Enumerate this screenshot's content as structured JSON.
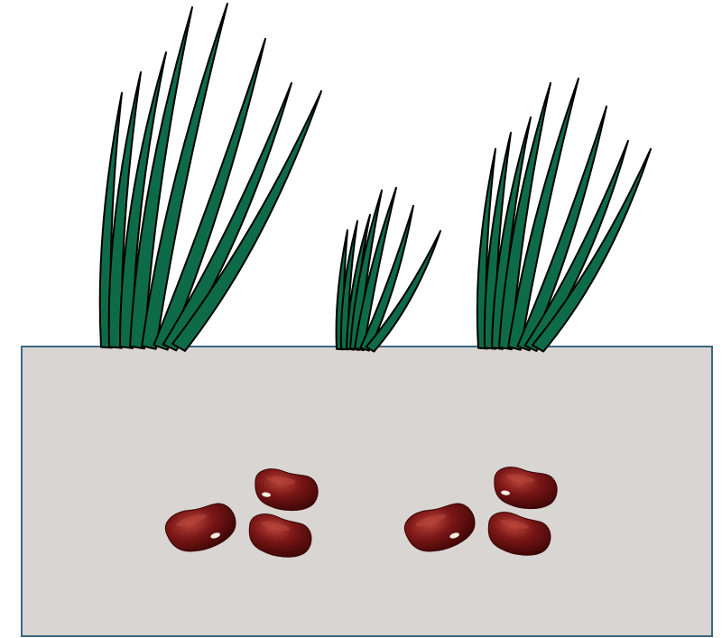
{
  "colors": {
    "background": "#ffffff",
    "soil_fill": "#d8d5d2",
    "soil_border": "#3d6680",
    "leaf_fill": "#0e6b4a",
    "leaf_outline": "#000000",
    "bean_body": "#7a1616",
    "bean_highlight": "#b8453a",
    "bean_dark": "#3a0505",
    "bean_hilum": "#f2efe6"
  },
  "plants": [
    {
      "name": "tall-grass-clump",
      "leaf_count": 8
    },
    {
      "name": "small-grass-clump",
      "leaf_count": 7
    },
    {
      "name": "medium-grass-clump",
      "leaf_count": 8
    }
  ],
  "bean_groups": [
    {
      "name": "left-bean-group",
      "bean_count": 3
    },
    {
      "name": "right-bean-group",
      "bean_count": 3
    }
  ],
  "icons": {
    "soil": "soil-block",
    "seed": "kidney-bean-icon",
    "plant": "grass-leaf-icon"
  }
}
